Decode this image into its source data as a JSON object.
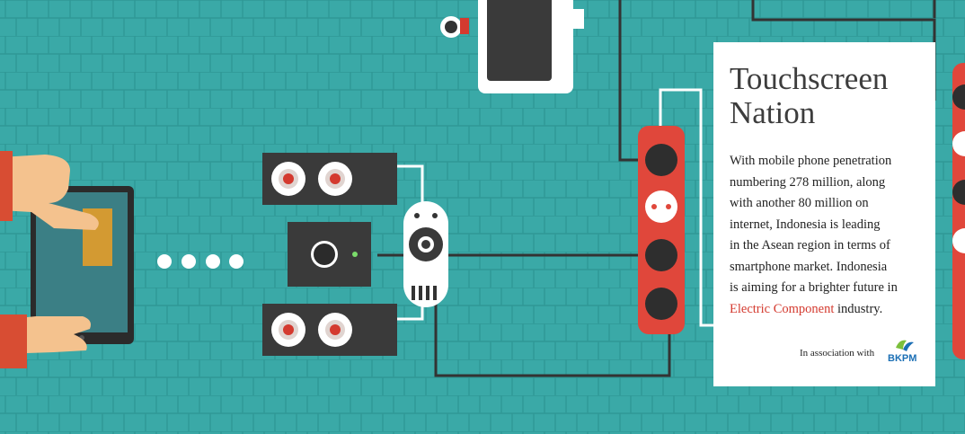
{
  "card": {
    "title_line1": "Touchscreen",
    "title_line2": "Nation",
    "body_lines": [
      "With mobile phone penetration",
      "numbering 278 million, along",
      "with another 80 million on",
      "internet, Indonesia is leading",
      "in the Asean region in terms of",
      "smartphone market. Indonesia",
      "is aiming for a brighter future in"
    ],
    "highlight": "Electric Component",
    "last_suffix": " industry.",
    "association": "In association with",
    "logo_text": "BKPM"
  },
  "colors": {
    "background": "#3aa9a7",
    "brick_line": "#2e9593",
    "accent_red": "#d43a2f",
    "dark": "#3a3a3a",
    "logo_blue": "#1b6fb5",
    "logo_green": "#7bbf3b"
  },
  "icons": [
    "tablet-icon",
    "hand-icon",
    "speaker-icon",
    "power-strip-icon",
    "socket-icon",
    "plug-icon",
    "camera-icon"
  ]
}
